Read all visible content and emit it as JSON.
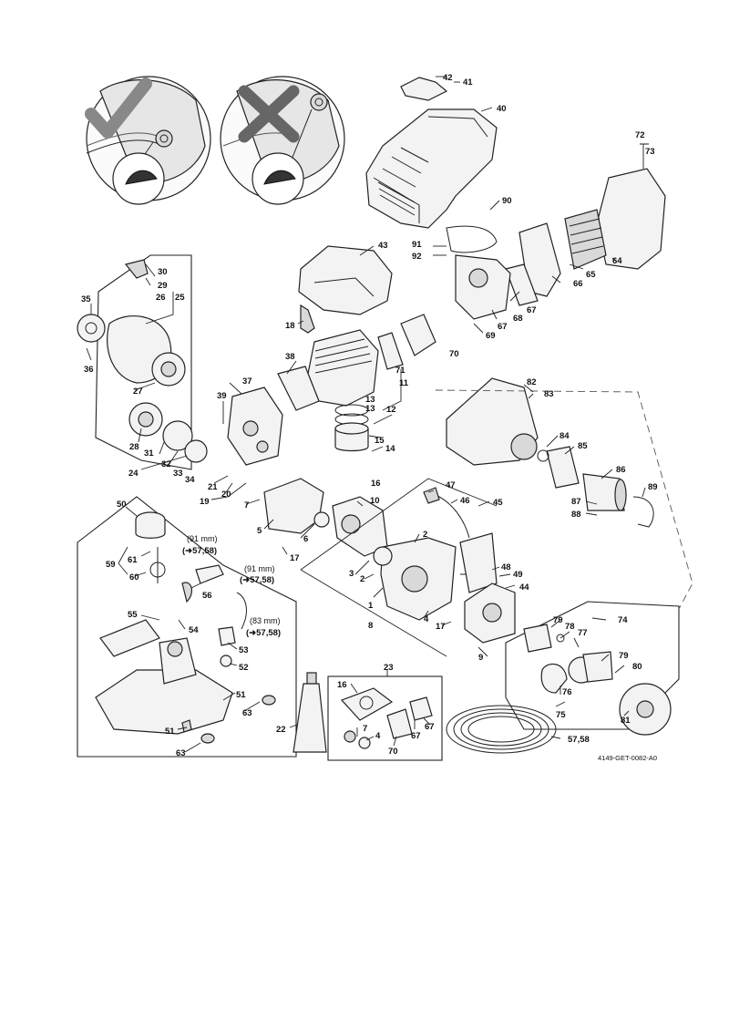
{
  "document_code": "4149-GET-0082-A0",
  "hose_note_a": "(91 mm)",
  "hose_ref_a": "(➜57,58)",
  "hose_note_b": "(91 mm)",
  "hose_ref_b": "(➜57,58)",
  "hose_note_c": "(83 mm)",
  "hose_ref_c": "(➜57,58)",
  "callouts": {
    "p1": "1",
    "p2a": "2",
    "p2b": "2",
    "p3": "3",
    "p4": "4",
    "p4b": "4",
    "p5": "5",
    "p6": "6",
    "p7": "7",
    "p7b": "7",
    "p8": "8",
    "p9": "9",
    "p10": "10",
    "p11": "11",
    "p12": "12",
    "p13a": "13",
    "p13b": "13",
    "p14": "14",
    "p15": "15",
    "p16": "16",
    "p16b": "16",
    "p17a": "17",
    "p17b": "17",
    "p18": "18",
    "p19": "19",
    "p20": "20",
    "p21": "21",
    "p22": "22",
    "p23": "23",
    "p24": "24",
    "p25": "25",
    "p26": "26",
    "p27": "27",
    "p28": "28",
    "p29": "29",
    "p30": "30",
    "p31": "31",
    "p32": "32",
    "p33": "33",
    "p34": "34",
    "p35": "35",
    "p36": "36",
    "p37": "37",
    "p38": "38",
    "p39": "39",
    "p40": "40",
    "p41": "41",
    "p42": "42",
    "p43": "43",
    "p44": "44",
    "p45": "45",
    "p46": "46",
    "p47": "47",
    "p48": "48",
    "p49": "49",
    "p50": "50",
    "p51a": "51",
    "p51b": "51",
    "p52": "52",
    "p53": "53",
    "p54": "54",
    "p55": "55",
    "p56": "56",
    "p5758": "57,58",
    "p59": "59",
    "p60": "60",
    "p61": "61",
    "p63a": "63",
    "p63b": "63",
    "p64": "64",
    "p65": "65",
    "p66": "66",
    "p67a": "67",
    "p67b": "67",
    "p67c": "67",
    "p67d": "67",
    "p68": "68",
    "p69": "69",
    "p70": "70",
    "p70b": "70",
    "p71": "71",
    "p72": "72",
    "p73": "73",
    "p74": "74",
    "p75": "75",
    "p76": "76",
    "p77": "77",
    "p78": "78",
    "p79a": "79",
    "p79b": "79",
    "p80": "80",
    "p81": "81",
    "p82": "82",
    "p83": "83",
    "p84": "84",
    "p85": "85",
    "p86": "86",
    "p87": "87",
    "p88": "88",
    "p89": "89",
    "p90": "90",
    "p91": "91",
    "p92": "92"
  }
}
